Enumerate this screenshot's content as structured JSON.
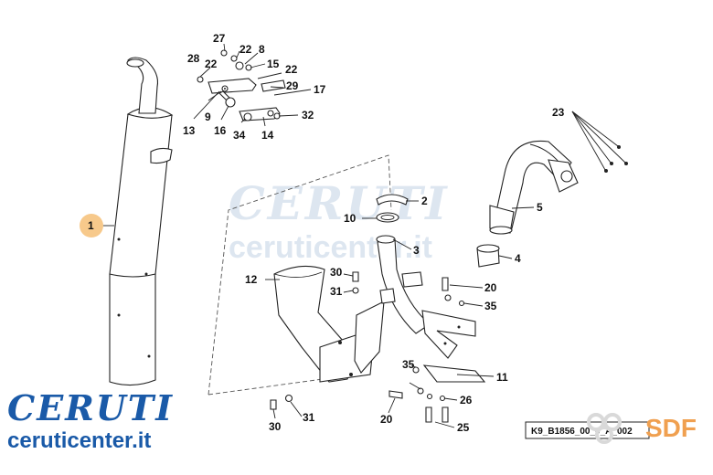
{
  "callouts": {
    "c1": "1",
    "c2": "2",
    "c3": "3",
    "c4": "4",
    "c5": "5",
    "c8": "8",
    "c9": "9",
    "c10": "10",
    "c11": "11",
    "c12": "12",
    "c13": "13",
    "c14": "14",
    "c15": "15",
    "c16": "16",
    "c17": "17",
    "c20a": "20",
    "c20b": "20",
    "c22a": "22",
    "c22b": "22",
    "c22c": "22",
    "c23": "23",
    "c25": "25",
    "c26": "26",
    "c27": "27",
    "c28": "28",
    "c29": "29",
    "c30a": "30",
    "c30b": "30",
    "c31a": "31",
    "c31b": "31",
    "c32": "32",
    "c34": "34",
    "c35a": "35",
    "c35b": "35"
  },
  "highlight_color": "#f7c98b",
  "brand": {
    "logo_text": "CERUTI",
    "site_text": "ceruticenter.it",
    "color": "#1a5aa8"
  },
  "watermark": {
    "logo_text": "CERUTI",
    "site_text": "ceruticenter.it"
  },
  "manufacturer_logo": "SDF",
  "drawing_code": "K9_B1856_00_0_A_002"
}
